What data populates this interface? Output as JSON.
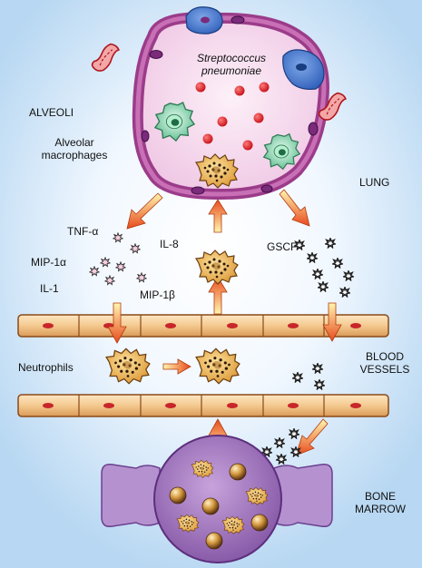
{
  "labels": {
    "alveoli": "ALVEOLI",
    "bacteria_name": "Streptococcus\npneumoniae",
    "alveolar_macrophages": "Alveolar\nmacrophages",
    "lung": "LUNG",
    "tnf_alpha": "TNF-α",
    "mip1_alpha": "MIP-1α",
    "il1": "IL-1",
    "il8": "IL-8",
    "mip1_beta": "MIP-1β",
    "gscf": "GSCF",
    "neutrophils": "Neutrophils",
    "blood_vessels": "BLOOD\nVESSELS",
    "bone_marrow": "BONE\nMARROW"
  },
  "colors": {
    "background_edge": "#b7d7f2",
    "alveolus_wall": "#9b3c8a",
    "alveolus_fill": "#f6dcef",
    "bacteria": "#e01b22",
    "macrophage": "#6cc8a0",
    "neutrophil": "#e3a93a",
    "vessel": "#f3c98e",
    "vessel_nucleus": "#c8262b",
    "arrow_start": "#fff3a0",
    "arrow_end": "#e5461b",
    "bone_marrow": "#9a6fb5",
    "cytokine_pink": "#f2c3d6",
    "cytokine_dark": "#222222"
  }
}
